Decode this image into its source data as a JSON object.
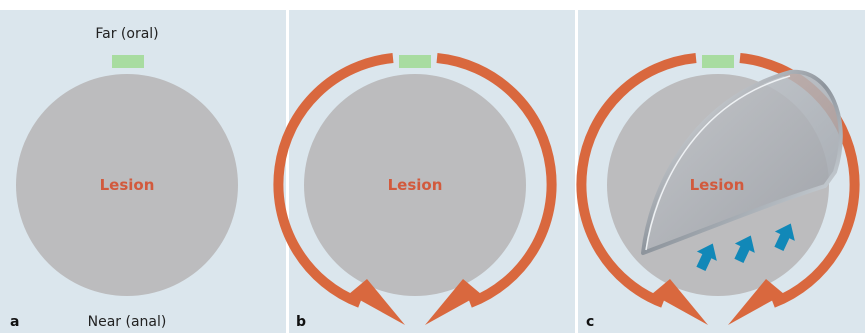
{
  "panels": [
    {
      "label": "a",
      "lesion_label": "Lesion"
    },
    {
      "label": "b",
      "lesion_label": "Lesion"
    },
    {
      "label": "c",
      "lesion_label": "Lesion"
    }
  ],
  "orientation": {
    "far_label": "Far (oral)",
    "near_label": "Near (anal)"
  },
  "colors": {
    "background": "#dbe6ed",
    "lesion": "#bcbcbe",
    "lesion_text": "#d25a3d",
    "incision_arrow": "#d9683e",
    "marker": "#a8dca0",
    "lift_arrow": "#1188b8",
    "hood_fill": "#a9adb3"
  }
}
